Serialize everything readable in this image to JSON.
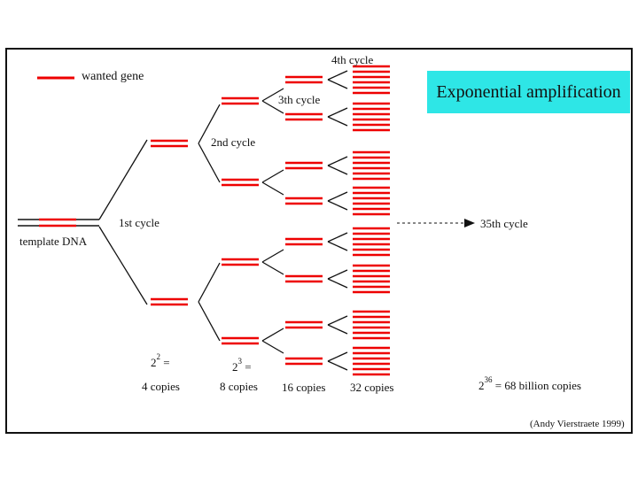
{
  "legend": {
    "label": "wanted gene"
  },
  "title": "Exponential amplification",
  "template_label": "template DNA",
  "cycles": {
    "first": "1st cycle",
    "second": "2nd cycle",
    "third": "3th cycle",
    "fourth": "4th cycle",
    "final": "35th cycle"
  },
  "counts": {
    "four": {
      "base": "2",
      "exp": "2",
      "eq": "=",
      "text": "4 copies"
    },
    "eight": {
      "base": "2",
      "exp": "3",
      "eq": "=",
      "text": "8 copies"
    },
    "sixteen": {
      "text": "16 copies"
    },
    "thirtytwo": {
      "text": "32 copies"
    },
    "final": {
      "base": "2",
      "exp": "36",
      "text": "= 68 billion copies"
    }
  },
  "credit": "(Andy Vierstraete 1999)",
  "colors": {
    "gene": "#ee0000",
    "strand": "#111111",
    "title_bg": "#2ee6e6"
  }
}
